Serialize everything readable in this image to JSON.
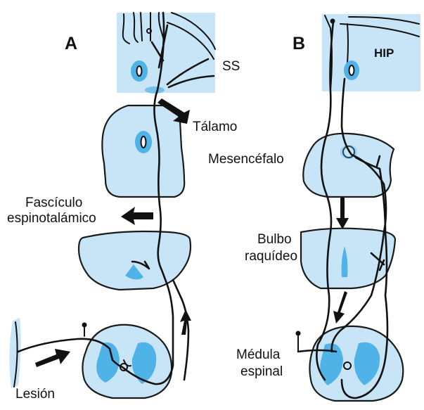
{
  "panels": {
    "a": "A",
    "b": "B"
  },
  "labels": {
    "ss": "SS",
    "talamo": "Tálamo",
    "fasciculo_line1": "Fascículo",
    "fasciculo_line2": "espinotalámico",
    "lesion": "Lesión",
    "hip": "HIP",
    "mesencefalo": "Mesencéfalo",
    "bulbo_line1": "Bulbo",
    "bulbo_line2": "raquídeo",
    "medula_line1": "Médula",
    "medula_line2": "espinal"
  },
  "colors": {
    "tissue": "#c8e4f7",
    "highlight": "#4fb3e8",
    "ink": "#111111"
  }
}
